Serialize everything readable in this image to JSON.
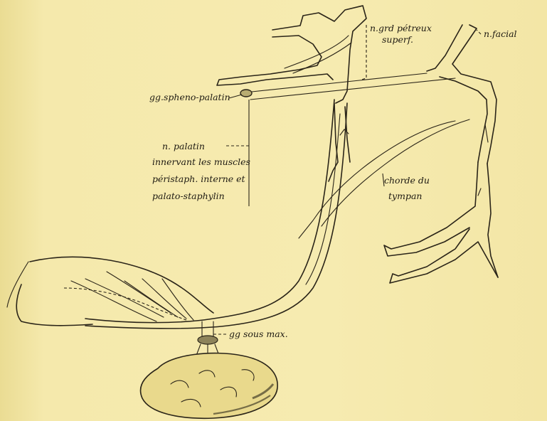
{
  "labels": {
    "grd_petreux_1": "n.grd pétreux",
    "grd_petreux_2": "superf.",
    "facial": "n.facial",
    "spheno_palatin": "gg.spheno-palatin",
    "palatin_1": "n. palatin",
    "palatin_2": "innervant les muscles",
    "palatin_3": "péristaph. interne et",
    "palatin_4": "palato-staphylin",
    "chorde_1": "chorde du",
    "chorde_2": "tympan",
    "sous_max": "gg sous max."
  },
  "colors": {
    "paper": "#f3e7a8",
    "ink": "#2a2418"
  }
}
